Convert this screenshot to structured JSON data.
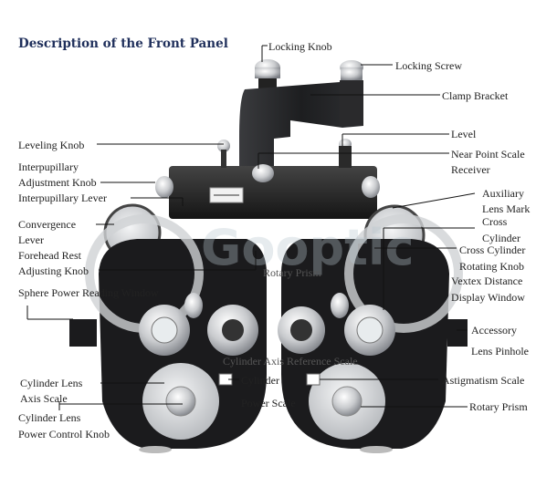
{
  "title": "Description of the Front Panel",
  "watermark": "Gooptic",
  "labels": {
    "locking_knob": "Locking Knob",
    "locking_screw": "Locking Screw",
    "clamp_bracket": "Clamp Bracket",
    "level": "Level",
    "near_point_scale": "Near Point Scale",
    "receiver": "Receiver",
    "leveling_knob": "Leveling Knob",
    "interpupillary": "Interpupillary",
    "adjustment_knob": "Adjustment Knob",
    "interpupillary_lever": "Interpupillary Lever",
    "convergence": "Convergence",
    "lever": "Lever",
    "forehead_rest": "Forehead Rest",
    "adjusting_knob": "Adjusting Knob",
    "auxiliary": "Auxiliary",
    "lens_mark": "Lens Mark",
    "cross": "Cross",
    "cylinder": "Cylinder",
    "cross_cylinder": "Cross Cylinder",
    "rotating_knob": "Rotating Knob",
    "vertex_distance": "Vextex Distance",
    "display_window": "Display Window",
    "sphere_window": "Sphere Power Reading Window",
    "rotary_prism_over": "Rotary Prism",
    "accessory": "Accessory",
    "lens_pinhole": "Lens Pinhole",
    "cyl_axis_ref": "Cylinder Axis Reference Scale",
    "cylinder_lens": "Cylinder Lens",
    "axis_scale": "Axis Scale",
    "cylinder_power": "Cylinder",
    "power_scale": "Power Scale",
    "cylinder_lens_2": "Cylinder Lens",
    "power_control_knob": "Power Control Knob",
    "astigmatism_scale": "Astigmatism Scale",
    "rotary_prism": "Rotary Prism"
  },
  "colors": {
    "title": "#1f2f5b",
    "body_dark": "#1c1c1e",
    "chrome": "#c8cacd",
    "leader": "#111111",
    "watermark": "#b9c7cf"
  }
}
